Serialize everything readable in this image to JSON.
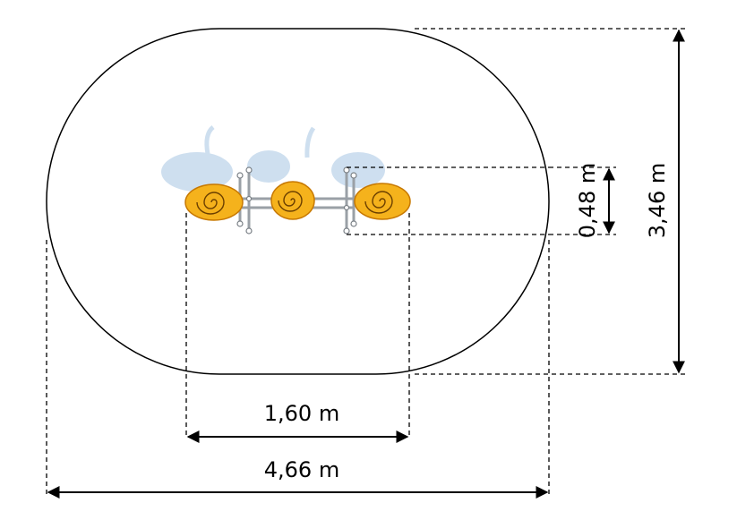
{
  "dimensions": {
    "seat_width": "1,60 m",
    "total_width": "4,66 m",
    "seat_depth": "0,48 m",
    "total_depth": "3,46 m"
  },
  "colors": {
    "outline": "#000000",
    "seat_fill": "#f5b21c",
    "seat_stroke": "#c77800",
    "frame": "#9aa0a6",
    "shadow": "#c9dcee"
  }
}
